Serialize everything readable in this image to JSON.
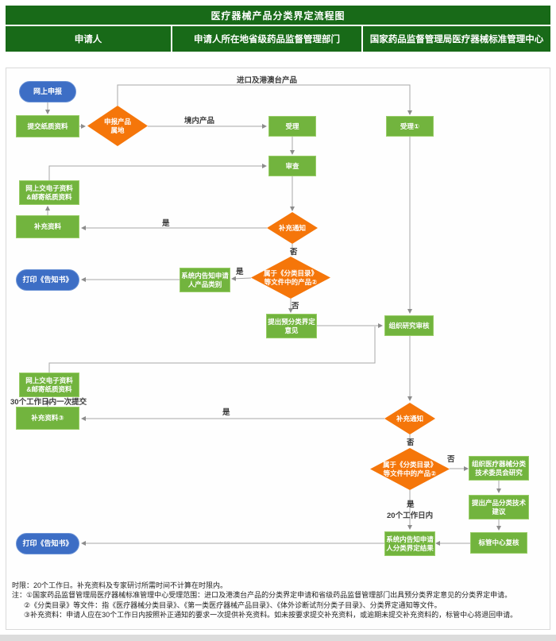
{
  "title": "医疗器械产品分类界定流程图",
  "columns": [
    "申请人",
    "申请人所在地省级药品监督管理部门",
    "国家药品监督管理局医疗器械标准管理中心"
  ],
  "nodes": {
    "online_apply": {
      "label": "网上申报"
    },
    "submit_paper": {
      "label": "提交纸质资料"
    },
    "d_territory": {
      "label": "申报产品\n属地"
    },
    "accept_prov": {
      "label": "受理"
    },
    "accept_center": {
      "label": "受理①"
    },
    "review": {
      "label": "审查"
    },
    "submit_elec1": {
      "label": "网上交电子资料\n&邮寄纸质资料"
    },
    "supp1": {
      "label": "补充资料"
    },
    "d_supp1": {
      "label": "补充通知"
    },
    "print1": {
      "label": "打印《告知书》"
    },
    "notify_cat": {
      "label": "系统内告知申请\n人产品类别"
    },
    "d_catalog1": {
      "label": "属于《分类目录》\n等文件中的产品②"
    },
    "pre_opinion": {
      "label": "提出预分类界定\n意见"
    },
    "org_review": {
      "label": "组织研究审核"
    },
    "submit_elec2": {
      "label": "网上交电子资料\n&邮寄纸质资料"
    },
    "supp2": {
      "label": "补充资料③"
    },
    "d_supp2": {
      "label": "补充通知"
    },
    "d_catalog2": {
      "label": "属于《分类目录》\n等文件中的产品②"
    },
    "org_committee": {
      "label": "组织医疗器械分类\n技术委员会研究"
    },
    "tech_advice": {
      "label": "提出产品分类技术\n建议"
    },
    "center_recheck": {
      "label": "标管中心复核"
    },
    "notify_result": {
      "label": "系统内告知申请\n人分类界定结果"
    },
    "print2": {
      "label": "打印《告知书》"
    }
  },
  "edge_labels": {
    "import": "进口及港澳台产品",
    "domestic": "境内产品",
    "yes1": "是",
    "no1": "否",
    "yes2": "是",
    "no2": "否",
    "yes3": "是",
    "within30": "30个工作日内一次提交",
    "no3": "否",
    "no4": "否",
    "yes4": "是",
    "within20": "20个工作日内"
  },
  "notes": [
    "时限：20个工作日。补充资料及专家研讨所需时间不计算在时限内。",
    "注：①国家药品监督管理局医疗器械标准管理中心受理范围：进口及港澳台产品的分类界定申请和省级药品监督管理部门出具预分类界定意见的分类界定申请。",
    "②《分类目录》等文件：指《医疗器械分类目录》、《第一类医疗器械产品目录》、《体外诊断试剂分类子目录》、分类界定通知等文件。",
    "③补充资料：申请人应在30个工作日内按照补正通知的要求一次提供补充资料。如未按要求提交补充资料，或逾期未提交补充资料的，标管中心将退回申请。"
  ],
  "colors": {
    "header_green": "#186a18",
    "node_green": "#72b43e",
    "diamond_orange": "#f5760a",
    "stadium_blue": "#3d6ec5",
    "line_gray": "#a8a8a8"
  }
}
